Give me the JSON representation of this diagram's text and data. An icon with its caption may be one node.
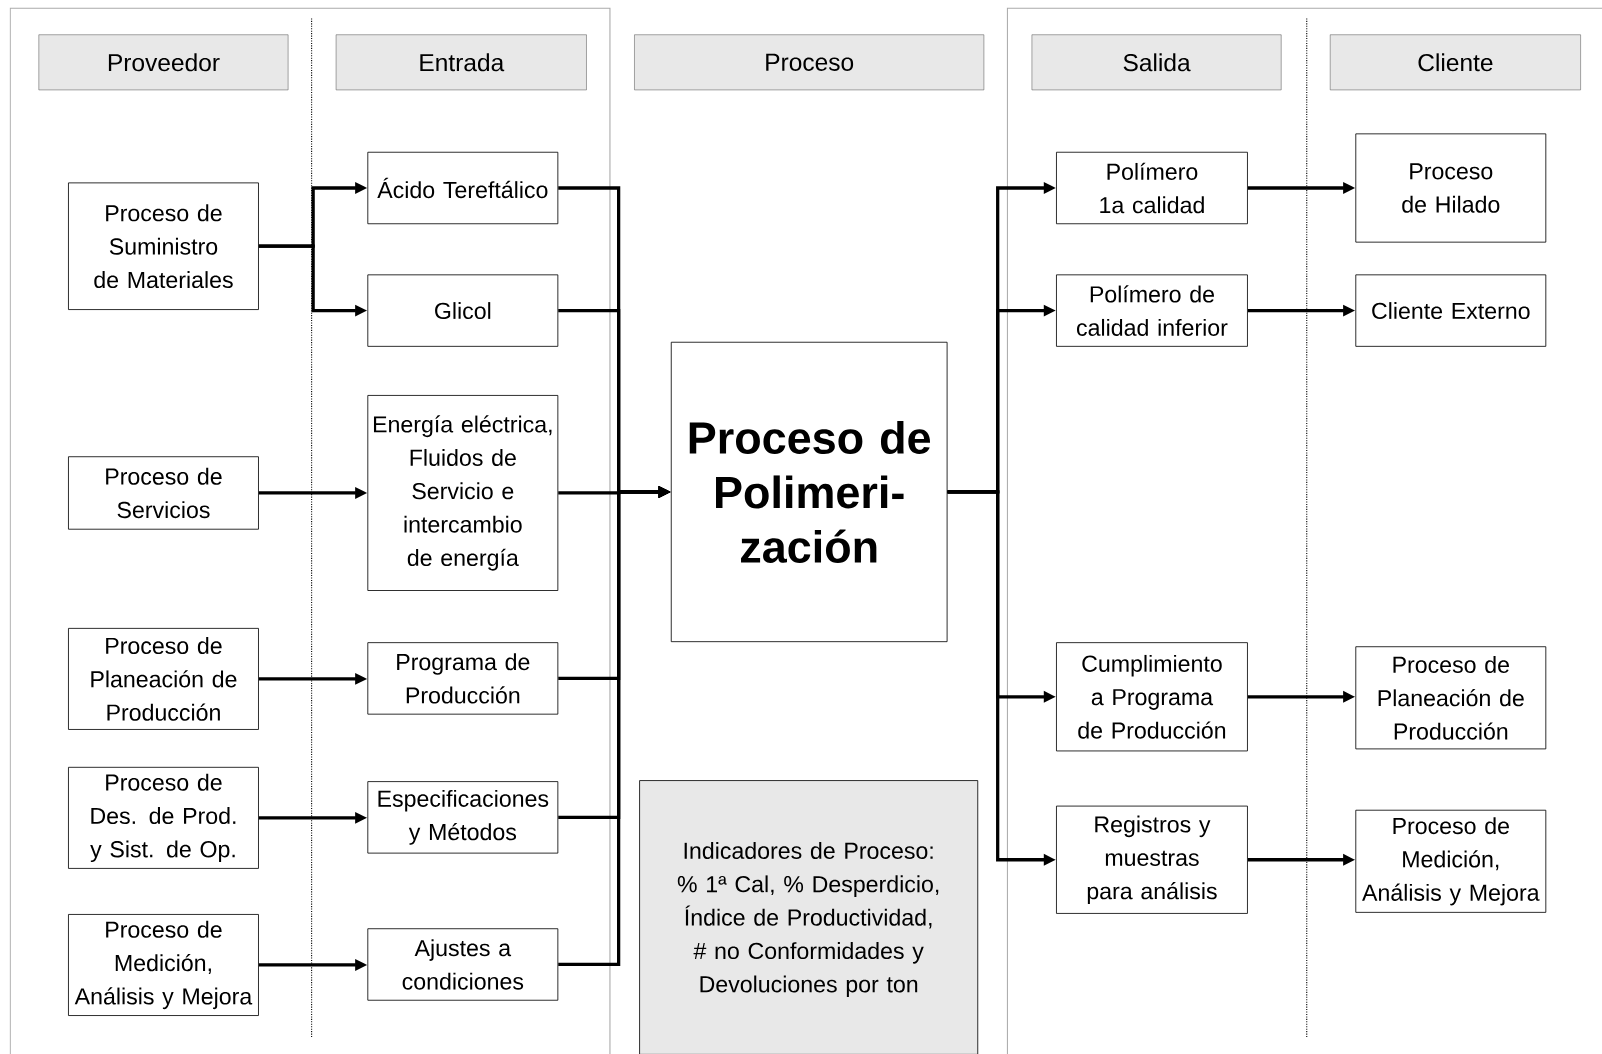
{
  "diagram": {
    "nodes": [
      {
        "text": [
          "Proveedor"
        ]
      },
      {
        "text": [
          "Entrada"
        ]
      },
      {
        "text": [
          "Proceso"
        ]
      },
      {
        "text": [
          "Salida"
        ]
      },
      {
        "text": [
          "Cliente"
        ]
      },
      {
        "text": [
          "Proceso de Suministro de Materiales"
        ]
      },
      {
        "text": [
          "Ácido Tereftálico"
        ]
      },
      {
        "text": [
          "Glicol"
        ]
      },
      {
        "text": [
          "Proceso de Servicios"
        ]
      },
      {
        "text": [
          "Energía eléctrica, Fluidos de Servicio e intercambio de energía"
        ]
      },
      {
        "text": [
          "Proceso de Planeación de Producción"
        ]
      },
      {
        "text": [
          "Programa de Producción"
        ]
      },
      {
        "text": [
          "Proceso de Des. de Prod. y Sist. de Op."
        ]
      },
      {
        "text": [
          "Especificaciones y Métodos"
        ]
      },
      {
        "text": [
          "Proceso de Medición, Análisis y Mejora"
        ]
      },
      {
        "text": [
          "Ajustes a condiciones"
        ]
      },
      {
        "text": [
          "Proceso de Polimeri-zación"
        ]
      },
      {
        "text": [
          "Indicadores de Proceso: % 1ª Cal, % Desperdicio, Índice de Productividad, # no Conformidades y Devoluciones por ton"
        ]
      },
      {
        "text": [
          "Polímero 1a calidad"
        ]
      },
      {
        "text": [
          "Proceso de Hilado"
        ]
      },
      {
        "text": [
          "Polímero de calidad inferior"
        ]
      },
      {
        "text": [
          "Cliente Externo"
        ]
      },
      {
        "text": [
          "Cumplimiento a Programa de Producción"
        ]
      },
      {
        "text": [
          "Proceso de Planeación de Producción"
        ]
      },
      {
        "text": [
          "Registros y muestras para análisis"
        ]
      },
      {
        "text": [
          "Proceso de Medición, Análisis y Mejora"
        ]
      }
    ],
    "edges": [
      {
        "from": 5,
        "to": 6,
        "arrow": "to"
      },
      {
        "from": 5,
        "to": 7,
        "arrow": "to"
      },
      {
        "from": 8,
        "to": 9,
        "arrow": "to"
      },
      {
        "from": 10,
        "to": 11,
        "arrow": "to"
      },
      {
        "from": 12,
        "to": 13,
        "arrow": "to"
      },
      {
        "from": 14,
        "to": 15,
        "arrow": "to"
      },
      {
        "from": 6,
        "to": 16,
        "arrow": "to"
      },
      {
        "from": 7,
        "to": 16,
        "arrow": "to"
      },
      {
        "from": 9,
        "to": 16,
        "arrow": "to"
      },
      {
        "from": 11,
        "to": 16,
        "arrow": "to"
      },
      {
        "from": 13,
        "to": 16,
        "arrow": "to"
      },
      {
        "from": 15,
        "to": 16,
        "arrow": "to"
      },
      {
        "from": 16,
        "to": 18,
        "arrow": "to"
      },
      {
        "from": 16,
        "to": 20,
        "arrow": "to"
      },
      {
        "from": 16,
        "to": 22,
        "arrow": "to"
      },
      {
        "from": 16,
        "to": 24,
        "arrow": "to"
      },
      {
        "from": 18,
        "to": 19,
        "arrow": "to"
      },
      {
        "from": 20,
        "to": 21,
        "arrow": "to"
      },
      {
        "from": 22,
        "to": 23,
        "arrow": "to"
      },
      {
        "from": 24,
        "to": 25,
        "arrow": "to"
      }
    ]
  }
}
